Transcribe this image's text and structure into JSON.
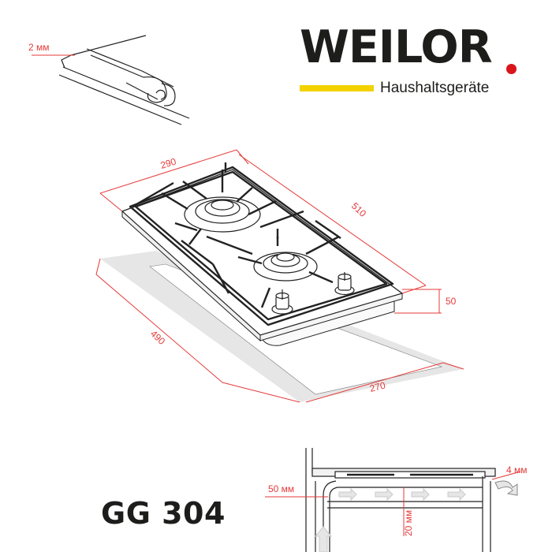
{
  "brand": {
    "name": "WEILOR",
    "tagline": "Haushaltsgeräte",
    "colors": {
      "text": "#1d1d1b",
      "dot": "#d9141b",
      "bar": "#f3d200"
    }
  },
  "model": "GG 304",
  "dimensions": {
    "width_top": "290",
    "depth_top": "510",
    "height": "50",
    "cutout_depth": "490",
    "cutout_width": "270"
  },
  "gasket_detail": {
    "label": "2 мм"
  },
  "installation": {
    "gap_right": "4 мм",
    "gap_left": "50 мм",
    "gap_below": "20 мм"
  },
  "colors": {
    "dimension_line": "#e63a3a",
    "drawing_line": "#222222",
    "cutout_fill": "#e6e6e6",
    "arrow_fill": "#e6e6e6"
  }
}
